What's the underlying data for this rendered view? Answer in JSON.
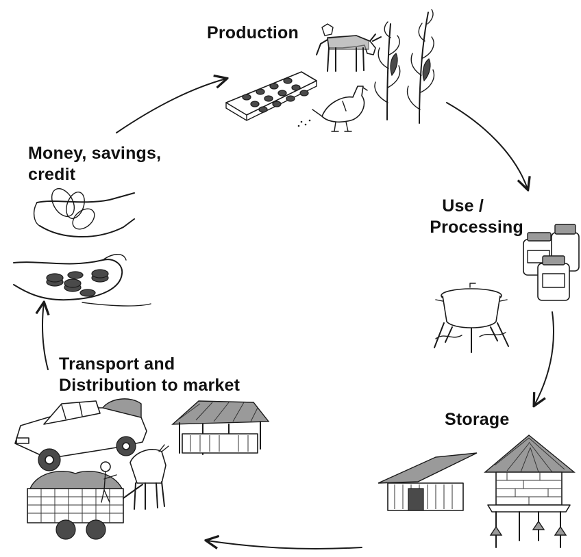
{
  "stages": {
    "production": {
      "label": "Production"
    },
    "use_processing": {
      "lines": [
        "Use /",
        "Processing"
      ]
    },
    "storage": {
      "label": "Storage"
    },
    "transport": {
      "lines": [
        "Transport and",
        "Distribution to market"
      ]
    },
    "money": {
      "lines": [
        "Money, savings,",
        "credit"
      ]
    }
  },
  "illustrations": {
    "production": [
      "cow-icon",
      "maize-plant-icon",
      "seedling-tray-icon",
      "chicken-icon"
    ],
    "use_processing": [
      "jar-icon",
      "cooking-pot-icon"
    ],
    "storage": [
      "granary-hut-icon",
      "raised-granary-icon"
    ],
    "transport": [
      "pickup-truck-icon",
      "market-stall-icon",
      "ox-cart-icon"
    ],
    "money": [
      "open-hands-icon",
      "coins-icon"
    ]
  },
  "colors": {
    "ink": "#1a1a1a",
    "background": "#ffffff"
  }
}
